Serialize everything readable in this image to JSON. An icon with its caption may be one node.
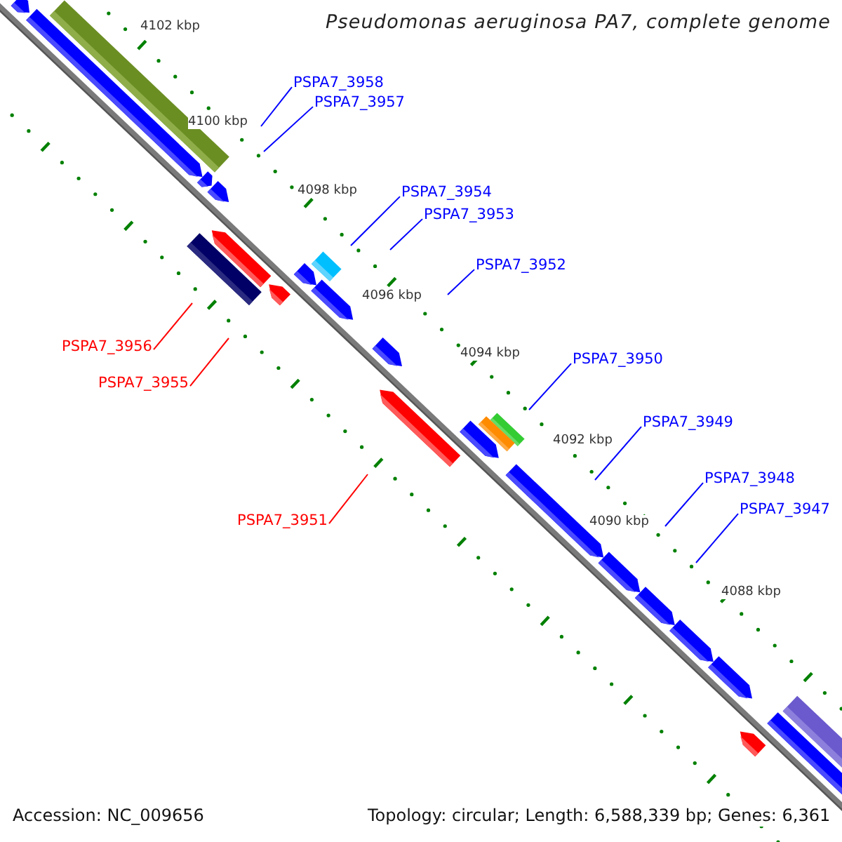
{
  "diagram": {
    "title": "Pseudomonas aeruginosa PA7, complete genome",
    "nodes": [
      {
        "text": [
          "PSPA7_3958"
        ]
      },
      {
        "text": [
          "PSPA7_3957"
        ]
      },
      {
        "text": [
          "PSPA7_3954"
        ]
      },
      {
        "text": [
          "PSPA7_3953"
        ]
      },
      {
        "text": [
          "PSPA7_3956"
        ]
      },
      {
        "text": [
          "PSPA7_3952"
        ]
      },
      {
        "text": [
          "PSPA7_3955"
        ]
      },
      {
        "text": [
          "PSPA7_3950"
        ]
      },
      {
        "text": [
          "PSPA7_3949"
        ]
      },
      {
        "text": [
          "PSPA7_3948"
        ]
      },
      {
        "text": [
          "PSPA7_3951"
        ]
      },
      {
        "text": [
          "PSPA7_3947"
        ]
      }
    ],
    "edges": [
      {
        "from": 0,
        "to": null,
        "arrow": "none"
      },
      {
        "from": 1,
        "to": null,
        "arrow": "none"
      },
      {
        "from": 2,
        "to": null,
        "arrow": "none"
      },
      {
        "from": 3,
        "to": null,
        "arrow": "none"
      },
      {
        "from": 4,
        "to": null,
        "arrow": "none",
        "color": "#ff0000"
      },
      {
        "from": 5,
        "to": null,
        "arrow": "none"
      },
      {
        "from": 6,
        "to": null,
        "arrow": "none",
        "color": "#ff0000"
      },
      {
        "from": 7,
        "to": null,
        "arrow": "none"
      },
      {
        "from": 8,
        "to": null,
        "arrow": "none"
      },
      {
        "from": 9,
        "to": null,
        "arrow": "none"
      },
      {
        "from": 10,
        "to": null,
        "arrow": "none",
        "color": "#ff0000"
      },
      {
        "from": 11,
        "to": null,
        "arrow": "none"
      }
    ],
    "labels": [
      "4102 kbp",
      "4100 kbp",
      "4098 kbp",
      "4096 kbp",
      "4094 kbp",
      "4092 kbp",
      "4090 kbp",
      "4088 kbp",
      "Accession: NC_009656",
      "Topology: circular; Length: 6,588,339 bp; Genes: 6,361"
    ]
  }
}
